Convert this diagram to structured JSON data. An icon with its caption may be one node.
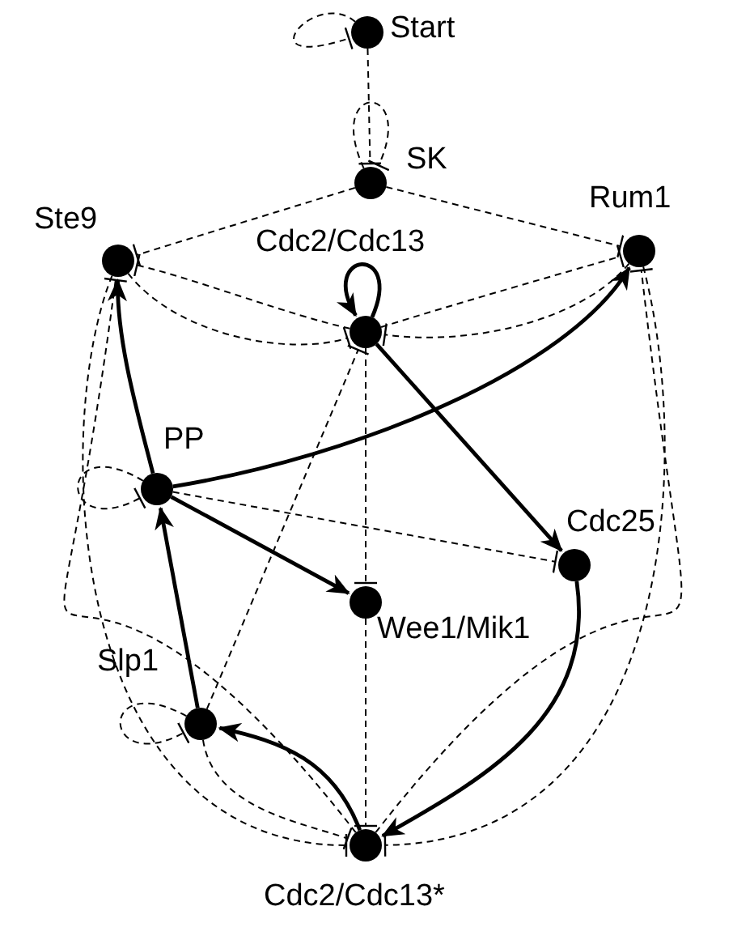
{
  "diagram": {
    "nodes": [
      {
        "text": [
          "Start"
        ]
      },
      {
        "text": [
          "SK"
        ]
      },
      {
        "text": [
          "Ste9"
        ]
      },
      {
        "text": [
          "Rum1"
        ]
      },
      {
        "text": [
          "Cdc2/Cdc13"
        ]
      },
      {
        "text": [
          "PP"
        ]
      },
      {
        "text": [
          "Cdc25"
        ]
      },
      {
        "text": [
          "Wee1/Mik1"
        ]
      },
      {
        "text": [
          "Slp1"
        ]
      },
      {
        "text": [
          "Cdc2/Cdc13*"
        ]
      }
    ],
    "edges": [
      {
        "from": 0,
        "to": 0,
        "arrow": "other",
        "style": "dashed"
      },
      {
        "from": 0,
        "to": 1,
        "arrow": "other",
        "style": "dashed"
      },
      {
        "from": 1,
        "to": 1,
        "arrow": "other",
        "style": "dashed"
      },
      {
        "from": 1,
        "to": 2,
        "arrow": "other",
        "style": "dashed"
      },
      {
        "from": 1,
        "to": 3,
        "arrow": "other",
        "style": "dashed"
      },
      {
        "from": 4,
        "to": 4,
        "arrow": "to"
      },
      {
        "from": 4,
        "to": 2,
        "arrow": "other",
        "style": "dashed"
      },
      {
        "from": 2,
        "to": 4,
        "arrow": "other",
        "style": "dashed"
      },
      {
        "from": 4,
        "to": 3,
        "arrow": "other",
        "style": "dashed"
      },
      {
        "from": 3,
        "to": 4,
        "arrow": "other",
        "style": "dashed"
      },
      {
        "from": 4,
        "to": 6,
        "arrow": "to"
      },
      {
        "from": 4,
        "to": 7,
        "arrow": "other",
        "style": "dashed"
      },
      {
        "from": 8,
        "to": 4,
        "arrow": "other",
        "style": "dashed"
      },
      {
        "from": 5,
        "to": 2,
        "arrow": "to"
      },
      {
        "from": 5,
        "to": 3,
        "arrow": "to"
      },
      {
        "from": 5,
        "to": 5,
        "arrow": "other",
        "style": "dashed"
      },
      {
        "from": 5,
        "to": 7,
        "arrow": "to"
      },
      {
        "from": 5,
        "to": 6,
        "arrow": "other",
        "style": "dashed"
      },
      {
        "from": 8,
        "to": 5,
        "arrow": "to"
      },
      {
        "from": 8,
        "to": 8,
        "arrow": "other",
        "style": "dashed"
      },
      {
        "from": 6,
        "to": 9,
        "arrow": "to"
      },
      {
        "from": 9,
        "to": 8,
        "arrow": "to"
      },
      {
        "from": 7,
        "to": 9,
        "arrow": "other",
        "style": "dashed"
      },
      {
        "from": 8,
        "to": 9,
        "arrow": "other",
        "style": "dashed"
      },
      {
        "from": 2,
        "to": 9,
        "arrow": "other",
        "style": "dashed"
      },
      {
        "from": 9,
        "to": 2,
        "arrow": "other",
        "style": "dashed"
      },
      {
        "from": 3,
        "to": 9,
        "arrow": "other",
        "style": "dashed"
      },
      {
        "from": 9,
        "to": 3,
        "arrow": "other",
        "style": "dashed"
      }
    ]
  }
}
